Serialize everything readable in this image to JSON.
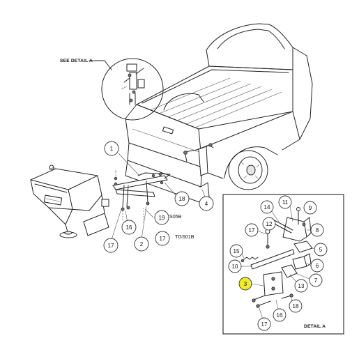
{
  "labels": {
    "see_detail": "SEE DETAIL A",
    "detail": "DETAIL A",
    "tgs05b": "TGS05B",
    "tgs01b": "TGS01B"
  },
  "callouts": [
    {
      "id": "c1",
      "text": "1"
    },
    {
      "id": "c18a",
      "text": "18"
    },
    {
      "id": "c4",
      "text": "4"
    },
    {
      "id": "c16a",
      "text": "16"
    },
    {
      "id": "c19",
      "text": "19"
    },
    {
      "id": "c17a",
      "text": "17"
    },
    {
      "id": "c2",
      "text": "2"
    },
    {
      "id": "c17b",
      "text": "17"
    },
    {
      "id": "c14",
      "text": "14"
    },
    {
      "id": "c11",
      "text": "11"
    },
    {
      "id": "c9",
      "text": "9"
    },
    {
      "id": "c12",
      "text": "12"
    },
    {
      "id": "c17c",
      "text": "17"
    },
    {
      "id": "c8",
      "text": "8"
    },
    {
      "id": "c15",
      "text": "15"
    },
    {
      "id": "c5",
      "text": "5"
    },
    {
      "id": "c10",
      "text": "10"
    },
    {
      "id": "c6",
      "text": "6"
    },
    {
      "id": "c7",
      "text": "7"
    },
    {
      "id": "c3",
      "text": "3",
      "highlight": true
    },
    {
      "id": "c13",
      "text": "13"
    },
    {
      "id": "c18b",
      "text": "18"
    },
    {
      "id": "c16b",
      "text": "16"
    },
    {
      "id": "c17d",
      "text": "17"
    }
  ],
  "colors": {
    "highlight": "#f2ea2b",
    "line": "#222222",
    "background": "#ffffff"
  }
}
